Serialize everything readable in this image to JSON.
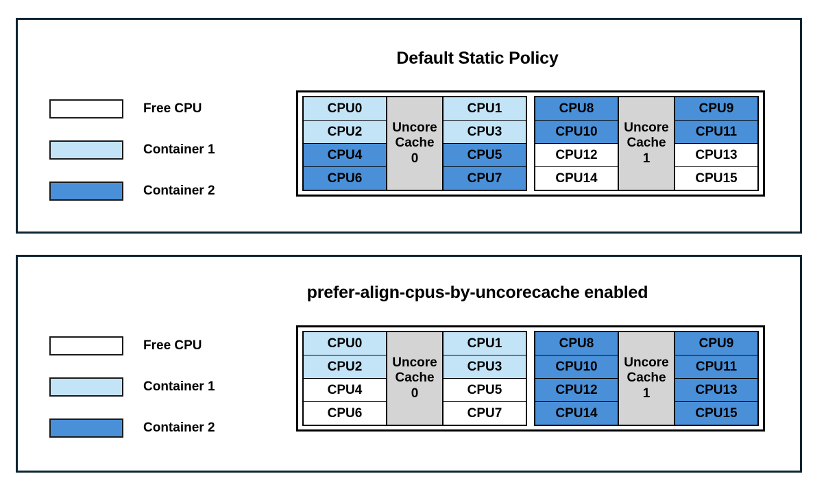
{
  "colors": {
    "free_cpu": "#ffffff",
    "container_1": "#c3e4f7",
    "container_2": "#4a90d9",
    "uncore_cache": "#d4d4d4",
    "panel_border": "#0d2433",
    "cell_border": "#000000"
  },
  "panels": [
    {
      "id": "static",
      "title": "Default Static Policy",
      "legend": [
        {
          "label": "Free CPU",
          "swatch": "free"
        },
        {
          "label": "Container 1",
          "swatch": "c1"
        },
        {
          "label": "Container 2",
          "swatch": "c2"
        }
      ],
      "cache_groups": [
        {
          "uncore_label_line1": "Uncore",
          "uncore_label_line2": "Cache",
          "uncore_index": "0",
          "left_column": [
            {
              "label": "CPU0",
              "state": "container-1"
            },
            {
              "label": "CPU2",
              "state": "container-1"
            },
            {
              "label": "CPU4",
              "state": "container-2"
            },
            {
              "label": "CPU6",
              "state": "container-2"
            }
          ],
          "right_column": [
            {
              "label": "CPU1",
              "state": "container-1"
            },
            {
              "label": "CPU3",
              "state": "container-1"
            },
            {
              "label": "CPU5",
              "state": "container-2"
            },
            {
              "label": "CPU7",
              "state": "container-2"
            }
          ]
        },
        {
          "uncore_label_line1": "Uncore",
          "uncore_label_line2": "Cache",
          "uncore_index": "1",
          "left_column": [
            {
              "label": "CPU8",
              "state": "container-2"
            },
            {
              "label": "CPU10",
              "state": "container-2"
            },
            {
              "label": "CPU12",
              "state": "free"
            },
            {
              "label": "CPU14",
              "state": "free"
            }
          ],
          "right_column": [
            {
              "label": "CPU9",
              "state": "container-2"
            },
            {
              "label": "CPU11",
              "state": "container-2"
            },
            {
              "label": "CPU13",
              "state": "free"
            },
            {
              "label": "CPU15",
              "state": "free"
            }
          ]
        }
      ]
    },
    {
      "id": "prefer",
      "title": "prefer-align-cpus-by-uncorecache enabled",
      "legend": [
        {
          "label": "Free CPU",
          "swatch": "free"
        },
        {
          "label": "Container 1",
          "swatch": "c1"
        },
        {
          "label": "Container 2",
          "swatch": "c2"
        }
      ],
      "cache_groups": [
        {
          "uncore_label_line1": "Uncore",
          "uncore_label_line2": "Cache",
          "uncore_index": "0",
          "left_column": [
            {
              "label": "CPU0",
              "state": "container-1"
            },
            {
              "label": "CPU2",
              "state": "container-1"
            },
            {
              "label": "CPU4",
              "state": "free"
            },
            {
              "label": "CPU6",
              "state": "free"
            }
          ],
          "right_column": [
            {
              "label": "CPU1",
              "state": "container-1"
            },
            {
              "label": "CPU3",
              "state": "container-1"
            },
            {
              "label": "CPU5",
              "state": "free"
            },
            {
              "label": "CPU7",
              "state": "free"
            }
          ]
        },
        {
          "uncore_label_line1": "Uncore",
          "uncore_label_line2": "Cache",
          "uncore_index": "1",
          "left_column": [
            {
              "label": "CPU8",
              "state": "container-2"
            },
            {
              "label": "CPU10",
              "state": "container-2"
            },
            {
              "label": "CPU12",
              "state": "container-2"
            },
            {
              "label": "CPU14",
              "state": "container-2"
            }
          ],
          "right_column": [
            {
              "label": "CPU9",
              "state": "container-2"
            },
            {
              "label": "CPU11",
              "state": "container-2"
            },
            {
              "label": "CPU13",
              "state": "container-2"
            },
            {
              "label": "CPU15",
              "state": "container-2"
            }
          ]
        }
      ]
    }
  ]
}
